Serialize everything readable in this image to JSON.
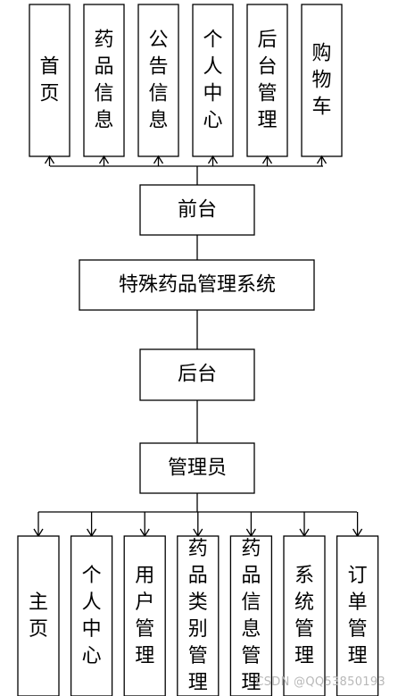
{
  "frontend_modules": [
    "首页",
    "药品信息",
    "公告信息",
    "个人中心",
    "后台管理",
    "购物车"
  ],
  "frontend_label": "前台",
  "system_title": "特殊药品管理系统",
  "backend_label": "后台",
  "admin_label": "管理员",
  "admin_modules": [
    "主页",
    "个人中心",
    "用户管理",
    "药品类别管理",
    "药品信息管理",
    "系统管理",
    "订单管理"
  ],
  "watermark": "CSDN @QQ53850193"
}
